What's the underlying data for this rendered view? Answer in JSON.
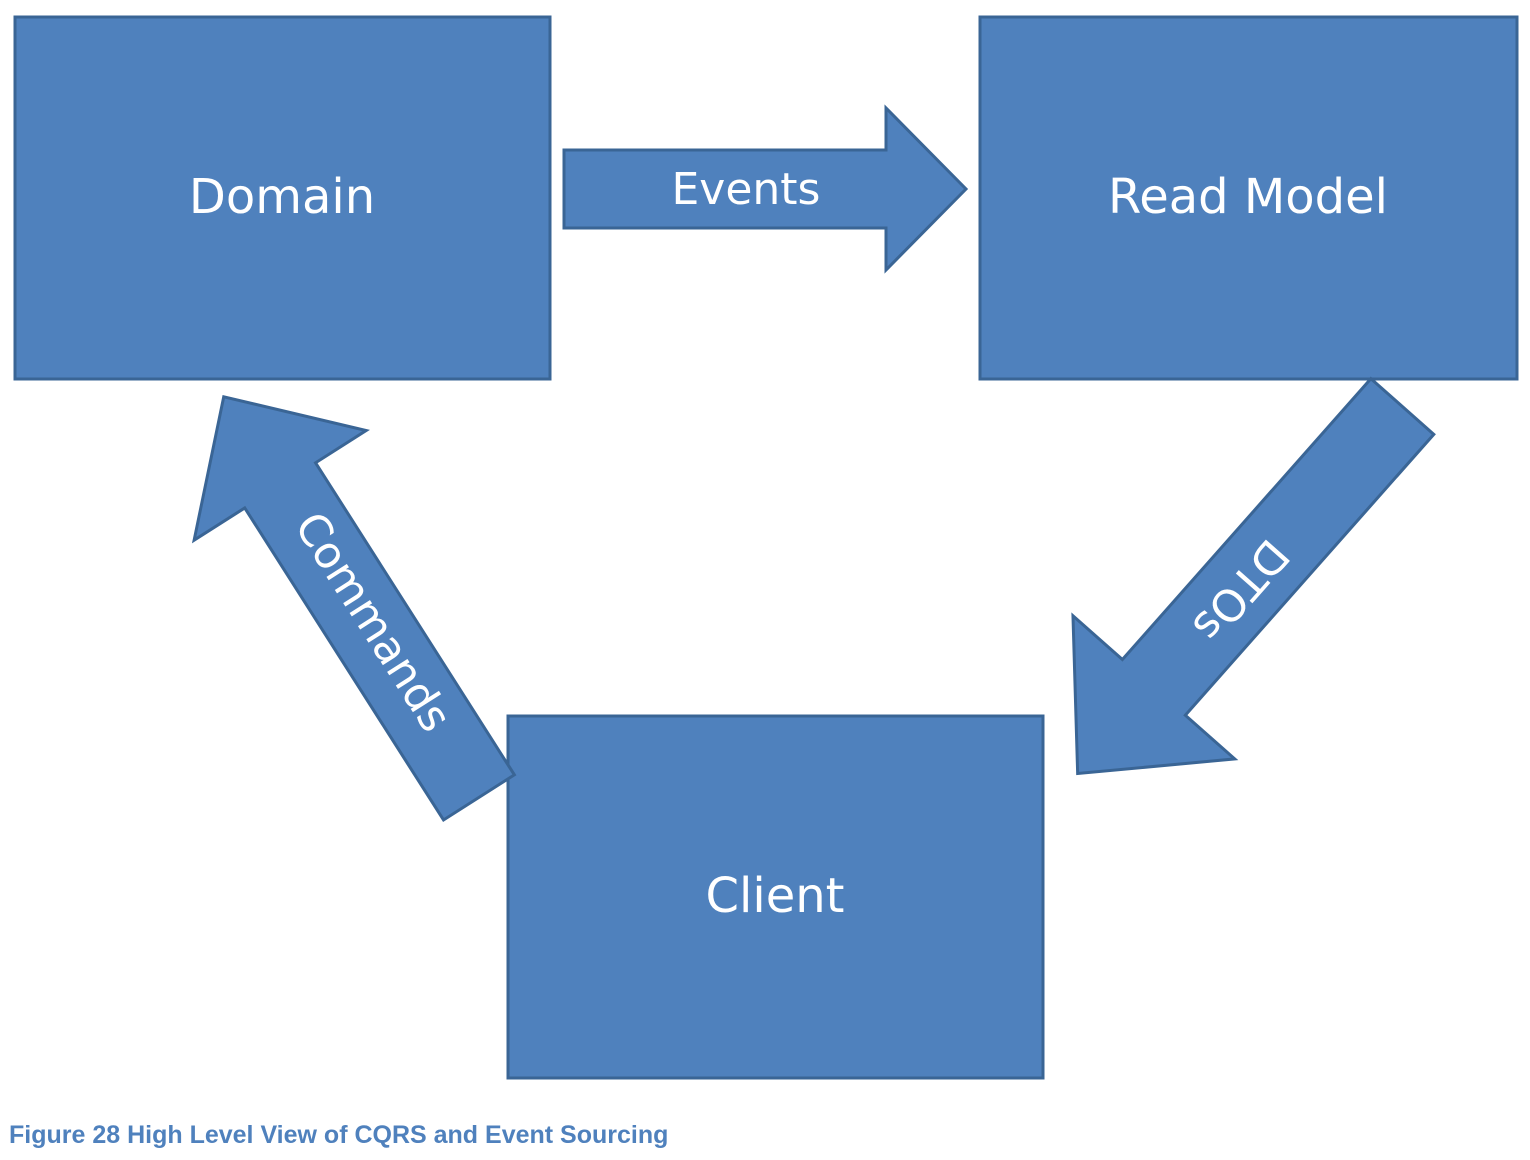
{
  "diagram": {
    "nodes": {
      "domain": "Domain",
      "read_model": "Read Model",
      "client": "Client"
    },
    "edges": [
      {
        "label": "Events",
        "from": "Domain",
        "to": "Read Model"
      },
      {
        "label": "DTOs",
        "from": "Read Model",
        "to": "Client"
      },
      {
        "label": "Commands",
        "from": "Client",
        "to": "Domain"
      }
    ],
    "colors": {
      "fill": "#4f81bd",
      "border": "#3a6595",
      "text": "#ffffff",
      "caption": "#4f81bd"
    }
  },
  "caption": "Figure 28 High Level View of CQRS and Event Sourcing"
}
